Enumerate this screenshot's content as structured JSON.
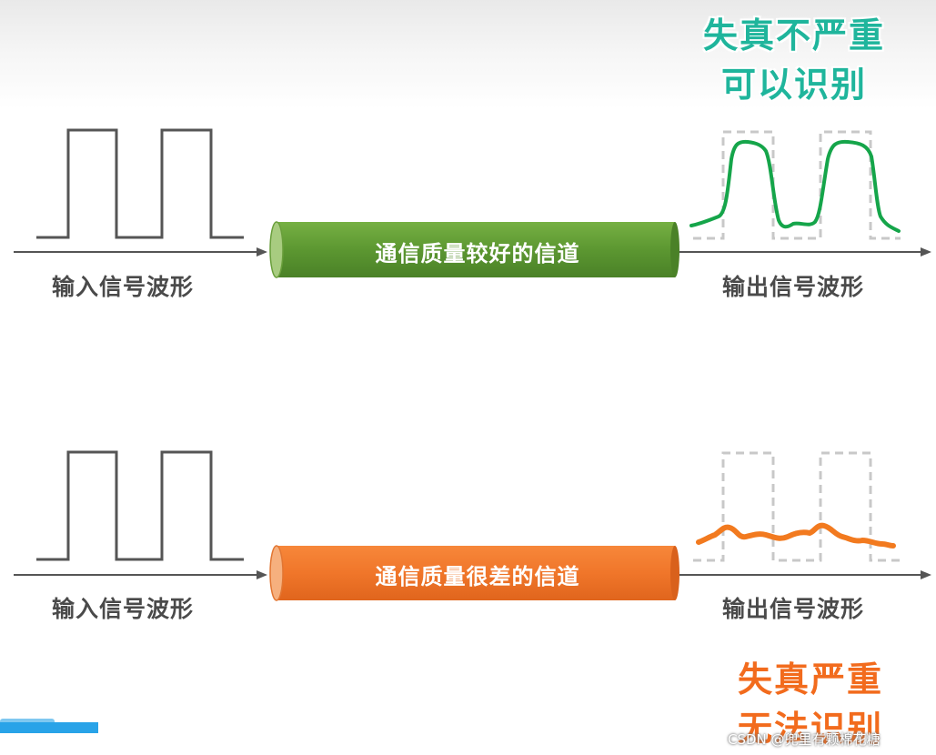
{
  "top": {
    "input_label": "输入信号波形",
    "channel_label": "通信质量较好的信道",
    "output_label": "输出信号波形",
    "note_line1": "失真不严重",
    "note_line2": "可以识别",
    "channel_color": "#5f9a34",
    "output_wave_color": "#15a54a"
  },
  "bottom": {
    "input_label": "输入信号波形",
    "channel_label": "通信质量很差的信道",
    "output_label": "输出信号波形",
    "note_line1": "失真严重",
    "note_line2": "无法识别",
    "channel_color": "#f0762a",
    "output_wave_color": "#f27a1f"
  },
  "watermark": "CSDN @兜里有颗棉花糖",
  "colors": {
    "good_text": "#1fb59c",
    "bad_text": "#f26b1d",
    "axis": "#555555",
    "reference_dashed": "#c7c7c7"
  }
}
